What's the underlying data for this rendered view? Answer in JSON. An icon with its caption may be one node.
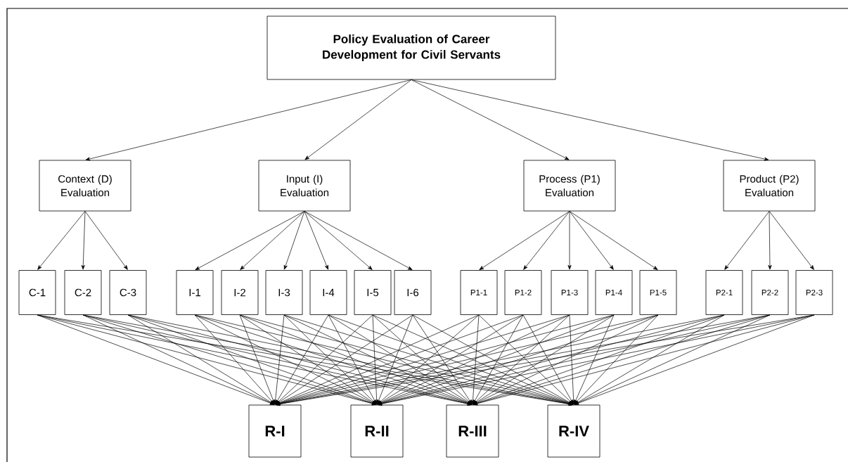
{
  "diagram": {
    "nodes": [
      {
        "text": [
          "Policy Evaluation of Career Development for Civil Servants"
        ]
      },
      {
        "text": [
          "Context (D) Evaluation"
        ]
      },
      {
        "text": [
          "Input (I) Evaluation"
        ]
      },
      {
        "text": [
          "Process (P1) Evaluation"
        ]
      },
      {
        "text": [
          "Product (P2) Evaluation"
        ]
      },
      {
        "text": [
          "C-1"
        ]
      },
      {
        "text": [
          "C-2"
        ]
      },
      {
        "text": [
          "C-3"
        ]
      },
      {
        "text": [
          "I-1"
        ]
      },
      {
        "text": [
          "I-2"
        ]
      },
      {
        "text": [
          "I-3"
        ]
      },
      {
        "text": [
          "I-4"
        ]
      },
      {
        "text": [
          "I-5"
        ]
      },
      {
        "text": [
          "I-6"
        ]
      },
      {
        "text": [
          "P1-1"
        ]
      },
      {
        "text": [
          "P1-2"
        ]
      },
      {
        "text": [
          "P1-3"
        ]
      },
      {
        "text": [
          "P1-4"
        ]
      },
      {
        "text": [
          "P1-5"
        ]
      },
      {
        "text": [
          "P2-1"
        ]
      },
      {
        "text": [
          "P2-2"
        ]
      },
      {
        "text": [
          "P2-3"
        ]
      },
      {
        "text": [
          "R-I"
        ]
      },
      {
        "text": [
          "R-II"
        ]
      },
      {
        "text": [
          "R-III"
        ]
      },
      {
        "text": [
          "R-IV"
        ]
      }
    ],
    "edges": [
      {
        "from": 0,
        "to": 1,
        "arrow": "to"
      },
      {
        "from": 0,
        "to": 2,
        "arrow": "to"
      },
      {
        "from": 0,
        "to": 3,
        "arrow": "to"
      },
      {
        "from": 0,
        "to": 4,
        "arrow": "to"
      },
      {
        "from": 1,
        "to": 5,
        "arrow": "to"
      },
      {
        "from": 1,
        "to": 6,
        "arrow": "to"
      },
      {
        "from": 1,
        "to": 7,
        "arrow": "to"
      },
      {
        "from": 2,
        "to": 8,
        "arrow": "to"
      },
      {
        "from": 2,
        "to": 9,
        "arrow": "to"
      },
      {
        "from": 2,
        "to": 10,
        "arrow": "to"
      },
      {
        "from": 2,
        "to": 11,
        "arrow": "to"
      },
      {
        "from": 2,
        "to": 12,
        "arrow": "to"
      },
      {
        "from": 2,
        "to": 13,
        "arrow": "to"
      },
      {
        "from": 3,
        "to": 14,
        "arrow": "to"
      },
      {
        "from": 3,
        "to": 15,
        "arrow": "to"
      },
      {
        "from": 3,
        "to": 16,
        "arrow": "to"
      },
      {
        "from": 3,
        "to": 17,
        "arrow": "to"
      },
      {
        "from": 3,
        "to": 18,
        "arrow": "to"
      },
      {
        "from": 4,
        "to": 19,
        "arrow": "to"
      },
      {
        "from": 4,
        "to": 20,
        "arrow": "to"
      },
      {
        "from": 4,
        "to": 21,
        "arrow": "to"
      },
      {
        "from": 5,
        "to": 22,
        "arrow": "to"
      },
      {
        "from": 5,
        "to": 23,
        "arrow": "to"
      },
      {
        "from": 5,
        "to": 24,
        "arrow": "to"
      },
      {
        "from": 5,
        "to": 25,
        "arrow": "to"
      },
      {
        "from": 6,
        "to": 22,
        "arrow": "to"
      },
      {
        "from": 6,
        "to": 23,
        "arrow": "to"
      },
      {
        "from": 6,
        "to": 24,
        "arrow": "to"
      },
      {
        "from": 6,
        "to": 25,
        "arrow": "to"
      },
      {
        "from": 7,
        "to": 22,
        "arrow": "to"
      },
      {
        "from": 7,
        "to": 23,
        "arrow": "to"
      },
      {
        "from": 7,
        "to": 24,
        "arrow": "to"
      },
      {
        "from": 7,
        "to": 25,
        "arrow": "to"
      },
      {
        "from": 8,
        "to": 22,
        "arrow": "to"
      },
      {
        "from": 8,
        "to": 23,
        "arrow": "to"
      },
      {
        "from": 8,
        "to": 24,
        "arrow": "to"
      },
      {
        "from": 8,
        "to": 25,
        "arrow": "to"
      },
      {
        "from": 9,
        "to": 22,
        "arrow": "to"
      },
      {
        "from": 9,
        "to": 23,
        "arrow": "to"
      },
      {
        "from": 9,
        "to": 24,
        "arrow": "to"
      },
      {
        "from": 9,
        "to": 25,
        "arrow": "to"
      },
      {
        "from": 10,
        "to": 22,
        "arrow": "to"
      },
      {
        "from": 10,
        "to": 23,
        "arrow": "to"
      },
      {
        "from": 10,
        "to": 24,
        "arrow": "to"
      },
      {
        "from": 10,
        "to": 25,
        "arrow": "to"
      },
      {
        "from": 11,
        "to": 22,
        "arrow": "to"
      },
      {
        "from": 11,
        "to": 23,
        "arrow": "to"
      },
      {
        "from": 11,
        "to": 24,
        "arrow": "to"
      },
      {
        "from": 11,
        "to": 25,
        "arrow": "to"
      },
      {
        "from": 12,
        "to": 22,
        "arrow": "to"
      },
      {
        "from": 12,
        "to": 23,
        "arrow": "to"
      },
      {
        "from": 12,
        "to": 24,
        "arrow": "to"
      },
      {
        "from": 12,
        "to": 25,
        "arrow": "to"
      },
      {
        "from": 13,
        "to": 22,
        "arrow": "to"
      },
      {
        "from": 13,
        "to": 23,
        "arrow": "to"
      },
      {
        "from": 13,
        "to": 24,
        "arrow": "to"
      },
      {
        "from": 13,
        "to": 25,
        "arrow": "to"
      },
      {
        "from": 14,
        "to": 22,
        "arrow": "to"
      },
      {
        "from": 14,
        "to": 23,
        "arrow": "to"
      },
      {
        "from": 14,
        "to": 24,
        "arrow": "to"
      },
      {
        "from": 14,
        "to": 25,
        "arrow": "to"
      },
      {
        "from": 15,
        "to": 22,
        "arrow": "to"
      },
      {
        "from": 15,
        "to": 23,
        "arrow": "to"
      },
      {
        "from": 15,
        "to": 24,
        "arrow": "to"
      },
      {
        "from": 15,
        "to": 25,
        "arrow": "to"
      },
      {
        "from": 16,
        "to": 22,
        "arrow": "to"
      },
      {
        "from": 16,
        "to": 23,
        "arrow": "to"
      },
      {
        "from": 16,
        "to": 24,
        "arrow": "to"
      },
      {
        "from": 16,
        "to": 25,
        "arrow": "to"
      },
      {
        "from": 17,
        "to": 22,
        "arrow": "to"
      },
      {
        "from": 17,
        "to": 23,
        "arrow": "to"
      },
      {
        "from": 17,
        "to": 24,
        "arrow": "to"
      },
      {
        "from": 17,
        "to": 25,
        "arrow": "to"
      },
      {
        "from": 18,
        "to": 22,
        "arrow": "to"
      },
      {
        "from": 18,
        "to": 23,
        "arrow": "to"
      },
      {
        "from": 18,
        "to": 24,
        "arrow": "to"
      },
      {
        "from": 18,
        "to": 25,
        "arrow": "to"
      },
      {
        "from": 19,
        "to": 22,
        "arrow": "to"
      },
      {
        "from": 19,
        "to": 23,
        "arrow": "to"
      },
      {
        "from": 19,
        "to": 24,
        "arrow": "to"
      },
      {
        "from": 19,
        "to": 25,
        "arrow": "to"
      },
      {
        "from": 20,
        "to": 22,
        "arrow": "to"
      },
      {
        "from": 20,
        "to": 23,
        "arrow": "to"
      },
      {
        "from": 20,
        "to": 24,
        "arrow": "to"
      },
      {
        "from": 20,
        "to": 25,
        "arrow": "to"
      },
      {
        "from": 21,
        "to": 22,
        "arrow": "to"
      },
      {
        "from": 21,
        "to": 23,
        "arrow": "to"
      },
      {
        "from": 21,
        "to": 24,
        "arrow": "to"
      },
      {
        "from": 21,
        "to": 25,
        "arrow": "to"
      }
    ]
  }
}
